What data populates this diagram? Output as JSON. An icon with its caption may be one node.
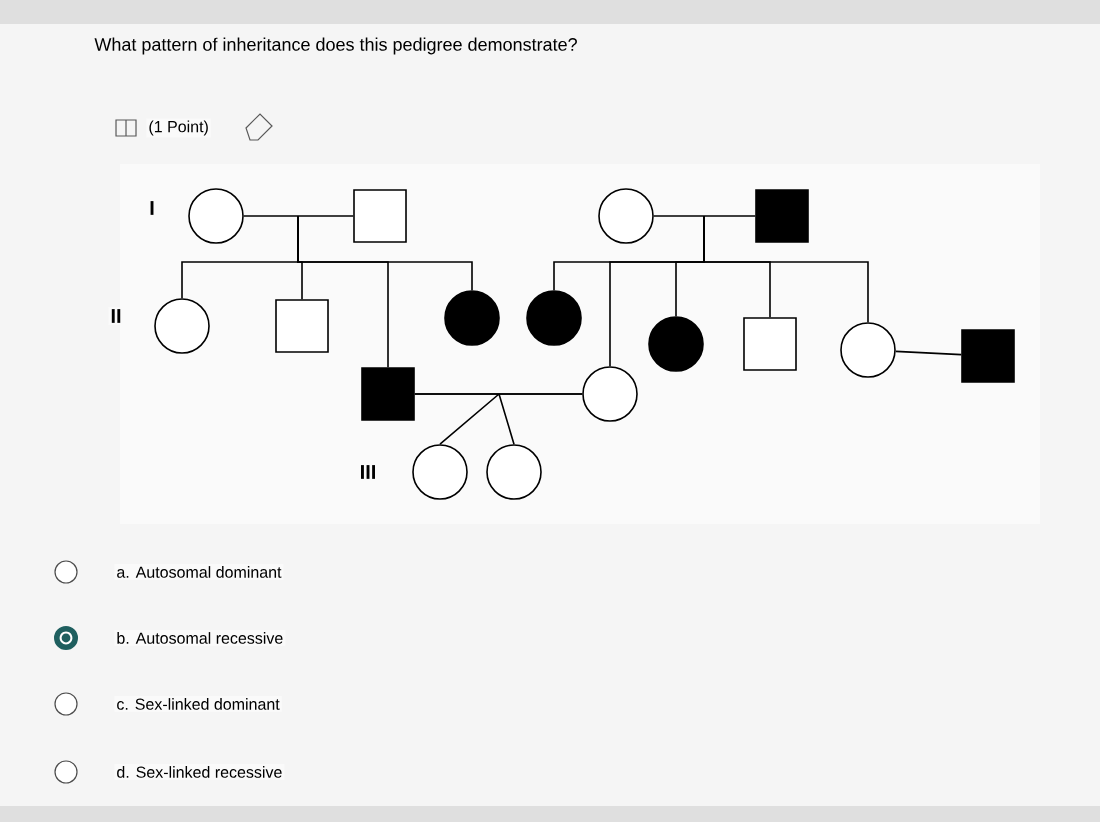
{
  "diagram": {
    "title": "What pattern of inheritance does this pedigree demonstrate?",
    "nodes": [
      {
        "text": [],
        "shape": "circle"
      },
      {
        "text": [],
        "shape": "box"
      },
      {
        "text": [],
        "shape": "circle"
      },
      {
        "text": [],
        "shape": "block"
      },
      {
        "text": [],
        "shape": "circle"
      },
      {
        "text": [],
        "shape": "box"
      },
      {
        "text": [],
        "shape": "disc"
      },
      {
        "text": [],
        "shape": "disc"
      },
      {
        "text": [],
        "shape": "disc"
      },
      {
        "text": [],
        "shape": "box"
      },
      {
        "text": [],
        "shape": "circle"
      },
      {
        "text": [],
        "shape": "block"
      },
      {
        "text": [],
        "shape": "block"
      },
      {
        "text": [],
        "shape": "circle"
      },
      {
        "text": [],
        "shape": "circle"
      },
      {
        "text": [],
        "shape": "circle"
      }
    ],
    "edges": [
      {
        "from": 0,
        "to": 1,
        "arrow": "none"
      },
      {
        "from": 2,
        "to": 3,
        "arrow": "none"
      },
      {
        "from": 10,
        "to": 11,
        "arrow": "none"
      },
      {
        "from": 12,
        "to": 13,
        "arrow": "none"
      },
      {
        "from": 0,
        "to": 4,
        "arrow": "none"
      },
      {
        "from": 1,
        "to": 4,
        "arrow": "none"
      },
      {
        "from": 0,
        "to": 5,
        "arrow": "none"
      },
      {
        "from": 1,
        "to": 5,
        "arrow": "none"
      },
      {
        "from": 0,
        "to": 12,
        "arrow": "none"
      },
      {
        "from": 1,
        "to": 12,
        "arrow": "none"
      },
      {
        "from": 0,
        "to": 6,
        "arrow": "none"
      },
      {
        "from": 1,
        "to": 6,
        "arrow": "none"
      },
      {
        "from": 2,
        "to": 7,
        "arrow": "none"
      },
      {
        "from": 3,
        "to": 7,
        "arrow": "none"
      },
      {
        "from": 2,
        "to": 13,
        "arrow": "none"
      },
      {
        "from": 3,
        "to": 13,
        "arrow": "none"
      },
      {
        "from": 2,
        "to": 8,
        "arrow": "none"
      },
      {
        "from": 3,
        "to": 8,
        "arrow": "none"
      },
      {
        "from": 2,
        "to": 9,
        "arrow": "none"
      },
      {
        "from": 3,
        "to": 9,
        "arrow": "none"
      },
      {
        "from": 2,
        "to": 10,
        "arrow": "none"
      },
      {
        "from": 3,
        "to": 10,
        "arrow": "none"
      },
      {
        "from": 12,
        "to": 14,
        "arrow": "none"
      },
      {
        "from": 13,
        "to": 14,
        "arrow": "none"
      },
      {
        "from": 12,
        "to": 15,
        "arrow": "none"
      },
      {
        "from": 13,
        "to": 15,
        "arrow": "none"
      }
    ],
    "labels": [
      "(1 Point)",
      "I",
      "II",
      "III",
      "a. Autosomal dominant",
      "b. Autosomal recessive",
      "c. Sex-linked dominant",
      "d. Sex-linked recessive"
    ]
  }
}
